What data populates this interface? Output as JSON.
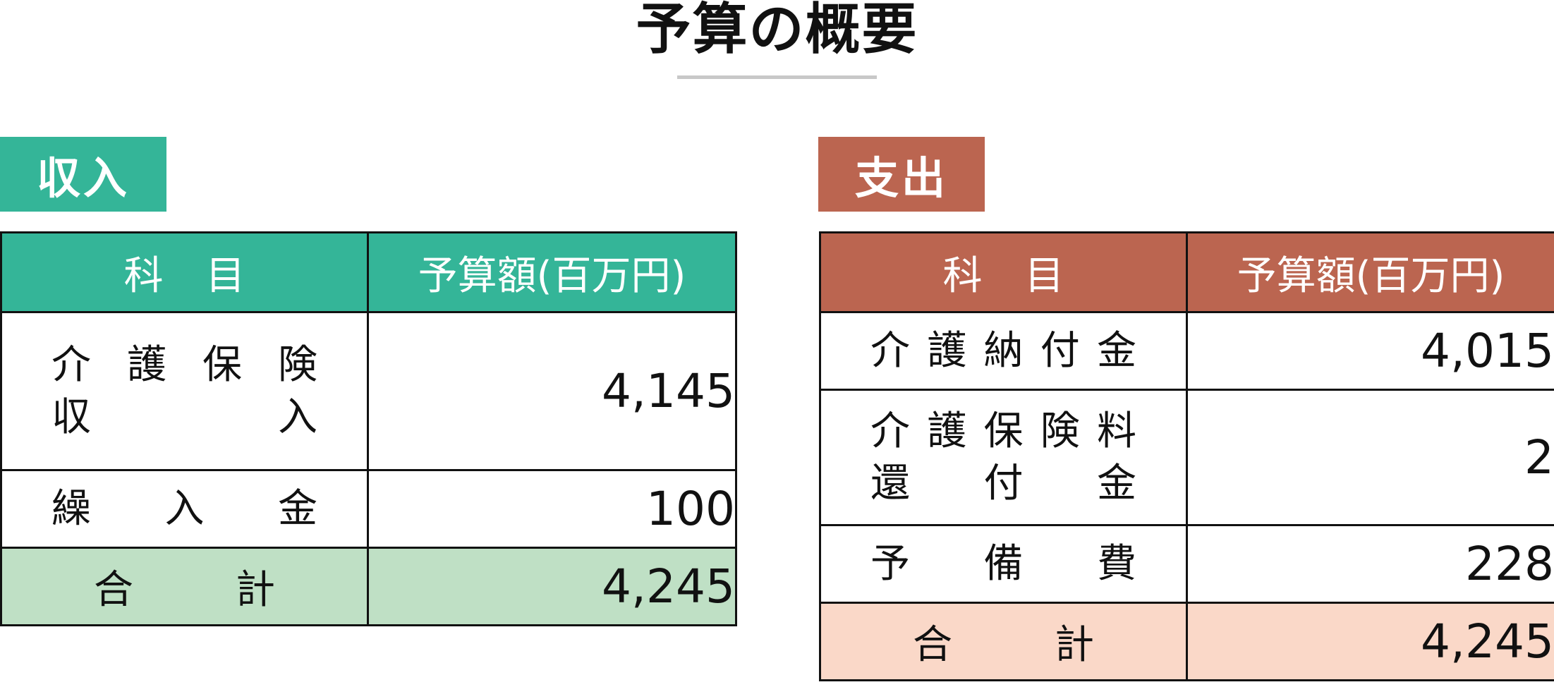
{
  "title": "予算の概要",
  "colors": {
    "income_accent": "#34b598",
    "income_total_bg": "#bfe0c5",
    "expense_accent": "#bb6550",
    "expense_total_bg": "#fad8c8",
    "rule": "#c8c8c8"
  },
  "income": {
    "label": "収入",
    "header": {
      "item": "科目",
      "amount": "予算額(百万円)"
    },
    "rows": [
      {
        "item_line1": [
          "介",
          "護",
          "保",
          "険"
        ],
        "item_line2": [
          "収",
          "入"
        ],
        "amount": "4,145"
      },
      {
        "item_line1": [
          "繰",
          "入",
          "金"
        ],
        "amount": "100"
      }
    ],
    "total": {
      "item": [
        "合",
        "計"
      ],
      "amount": "4,245"
    }
  },
  "expense": {
    "label": "支出",
    "header": {
      "item": "科目",
      "amount": "予算額(百万円)"
    },
    "rows": [
      {
        "item_line1": [
          "介",
          "護",
          "納",
          "付",
          "金"
        ],
        "amount": "4,015"
      },
      {
        "item_line1": [
          "介",
          "護",
          "保",
          "険",
          "料"
        ],
        "item_line2": [
          "還",
          "付",
          "金"
        ],
        "amount": "2"
      },
      {
        "item_line1": [
          "予",
          "備",
          "費"
        ],
        "amount": "228"
      }
    ],
    "total": {
      "item": [
        "合",
        "計"
      ],
      "amount": "4,245"
    }
  }
}
